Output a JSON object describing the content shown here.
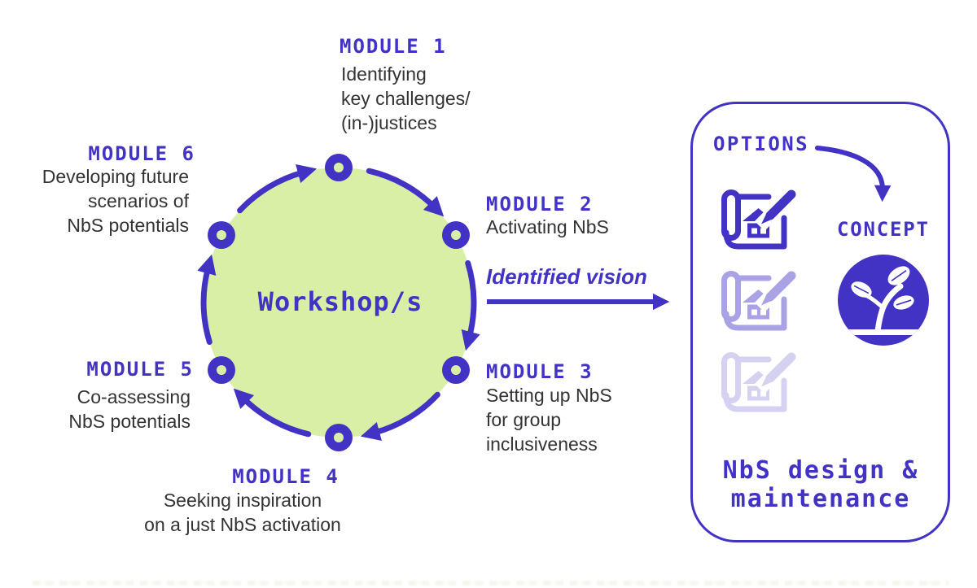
{
  "colors": {
    "accent": "#4233c4",
    "green": "#d9efa6",
    "text": "#333333"
  },
  "cycle": {
    "center_label": "Workshop/s"
  },
  "modules": [
    {
      "title": "MODULE 1",
      "lines": [
        "Identifying",
        "key challenges/",
        "(in-)justices"
      ]
    },
    {
      "title": "MODULE 2",
      "lines": [
        "Activating NbS"
      ]
    },
    {
      "title": "MODULE 3",
      "lines": [
        "Setting up NbS",
        "for group",
        "inclusiveness"
      ]
    },
    {
      "title": "MODULE 4",
      "lines": [
        "Seeking inspiration",
        "on a just NbS activation"
      ]
    },
    {
      "title": "MODULE 5",
      "lines": [
        "Co-assessing",
        "NbS potentials"
      ]
    },
    {
      "title": "MODULE 6",
      "lines": [
        "Developing future",
        "scenarios of",
        "NbS potentials"
      ]
    }
  ],
  "flow": {
    "label": "Identified vision"
  },
  "panel": {
    "options_label": "OPTIONS",
    "concept_label": "CONCEPT",
    "footer_line1": "NbS design &",
    "footer_line2": "maintenance"
  }
}
